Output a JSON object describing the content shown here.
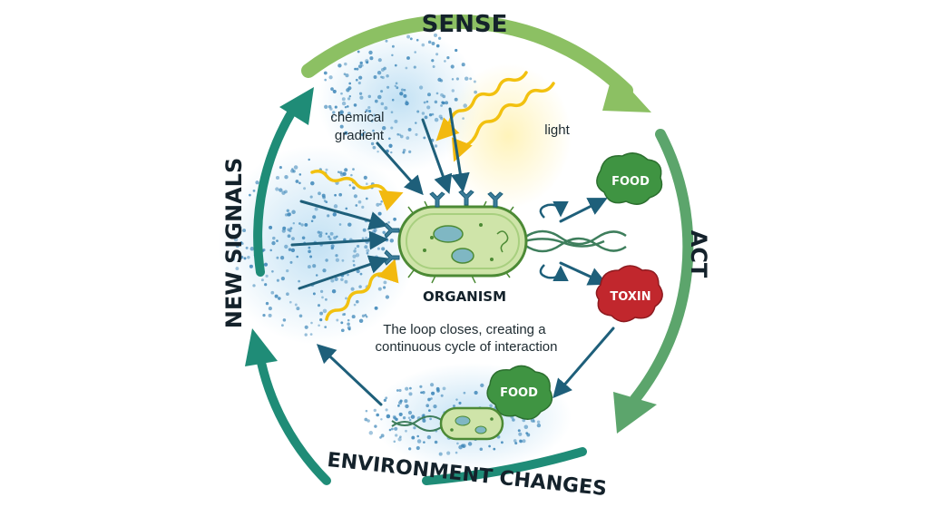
{
  "cycle": {
    "sense": "SENSE",
    "act": "ACT",
    "environment_changes": "ENVIRONMENT CHANGES",
    "new_signals": "NEW SIGNALS"
  },
  "annotations": {
    "chemical_gradient_line1": "chemical",
    "chemical_gradient_line2": "gradient",
    "light": "light",
    "organism": "ORGANISM",
    "loop_note_line1": "The loop closes, creating a",
    "loop_note_line2": "continuous cycle of interaction"
  },
  "targets": {
    "food_top": "FOOD",
    "toxin": "TOXIN",
    "food_bottom": "FOOD"
  },
  "colors": {
    "sense_arrow": "#8cc063",
    "cycle_teal": "#2f8c78",
    "food_green": "#3f9442",
    "toxin_red": "#c1272d",
    "cell_fill": "#cfe4a9",
    "cell_stroke": "#4c8a35",
    "light_yellow": "#f2c10f",
    "arrow_blue": "#1e5f7a",
    "dots_blue": "#3d86b8"
  }
}
